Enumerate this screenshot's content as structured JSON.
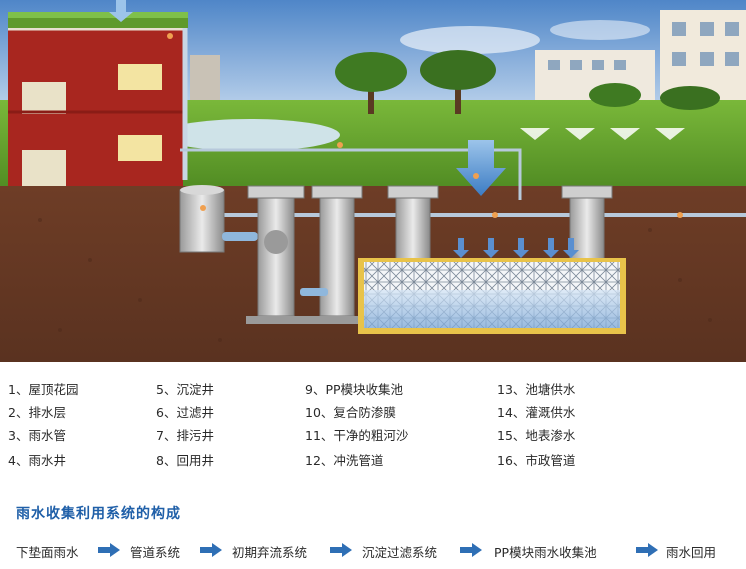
{
  "legend": {
    "items": [
      "1、屋顶花园",
      "2、排水层",
      "3、雨水管",
      "4、雨水井",
      "5、沉淀井",
      "6、过滤井",
      "7、排污井",
      "8、回用井",
      "9、PP模块收集池",
      "10、复合防渗膜",
      "11、干净的粗河沙",
      "12、冲洗管道",
      "13、池塘供水",
      "14、灌溉供水",
      "15、地表渗水",
      "16、市政管道"
    ]
  },
  "section_title": "雨水收集利用系统的构成",
  "flow": {
    "steps": [
      "下垫面雨水",
      "管道系统",
      "初期弃流系统",
      "沉淀过滤系统",
      "PP模块雨水收集池",
      "雨水回用"
    ]
  },
  "colors": {
    "title_blue": "#1f5fa8",
    "flow_arrow": "#2f6fb5",
    "pipe_blue": "#8fb7dc",
    "soil": "#6b3f2a",
    "grass": "#5f9a2c",
    "sky": "#6f9fd6"
  }
}
